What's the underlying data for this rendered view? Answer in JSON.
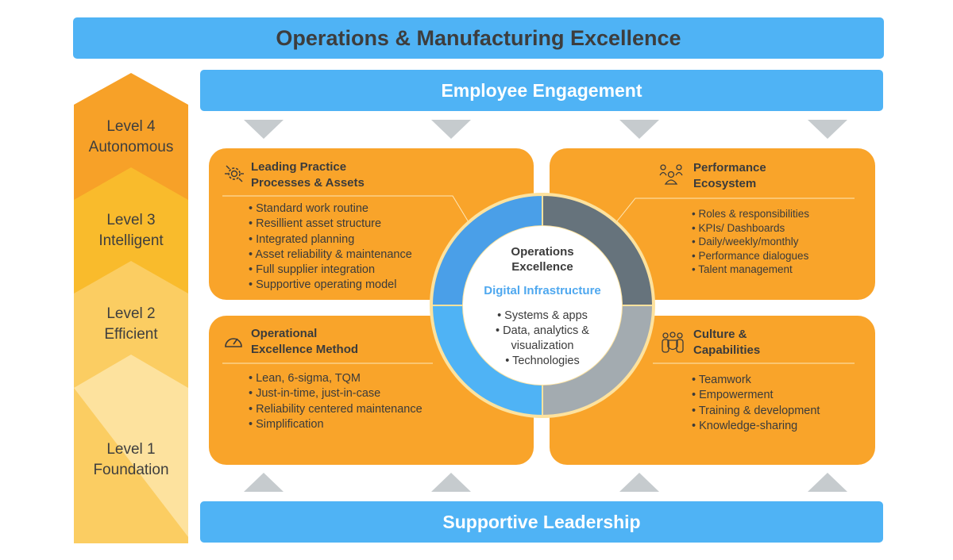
{
  "header": {
    "title": "Operations & Manufacturing Excellence"
  },
  "top_bar": {
    "label": "Employee Engagement"
  },
  "bottom_bar": {
    "label": "Supportive Leadership"
  },
  "levels": [
    {
      "name": "Level 4",
      "desc": "Autonomous"
    },
    {
      "name": "Level 3",
      "desc": "Intelligent"
    },
    {
      "name": "Level 2",
      "desc": "Efficient"
    },
    {
      "name": "Level 1",
      "desc": "Foundation"
    }
  ],
  "quadrants": {
    "leading_practice": {
      "title1": "Leading Practice",
      "title2": "Processes & Assets",
      "icon": "gear-network-icon",
      "items": [
        "Standard work routine",
        "Resillient asset structure",
        "Integrated planning",
        "Asset reliability & maintenance",
        "Full supplier integration",
        "Supportive operating model"
      ]
    },
    "performance": {
      "title1": "Performance",
      "title2": "Ecosystem",
      "icon": "people-network-icon",
      "items": [
        "Roles & responsibilities",
        "KPIs/ Dashboards",
        "Daily/weekly/monthly",
        "Performance dialogues",
        "Talent management"
      ]
    },
    "method": {
      "title1": "Operational",
      "title2": "Excellence Method",
      "icon": "speedometer-icon",
      "items": [
        "Lean, 6-sigma, TQM",
        "Just-in-time, just-in-case",
        "Reliability centered maintenance",
        "Simplification"
      ]
    },
    "culture": {
      "title1": "Culture &",
      "title2": "Capabilities",
      "icon": "team-icon",
      "items": [
        "Teamwork",
        "Empowerment",
        "Training & development",
        "Knowledge-sharing"
      ]
    }
  },
  "center": {
    "title1": "Operations",
    "title2": "Excellence",
    "subtitle": "Digital Infrastructure",
    "items": [
      "• Systems & apps",
      "• Data, analytics &",
      "visualization",
      "• Technologies"
    ]
  },
  "colors": {
    "blue": "#4fb3f5",
    "orange": "#f9a42a",
    "dark_gray": "#66737c",
    "light_gray": "#a3abb0",
    "mid_blue": "#4a9fe8"
  }
}
